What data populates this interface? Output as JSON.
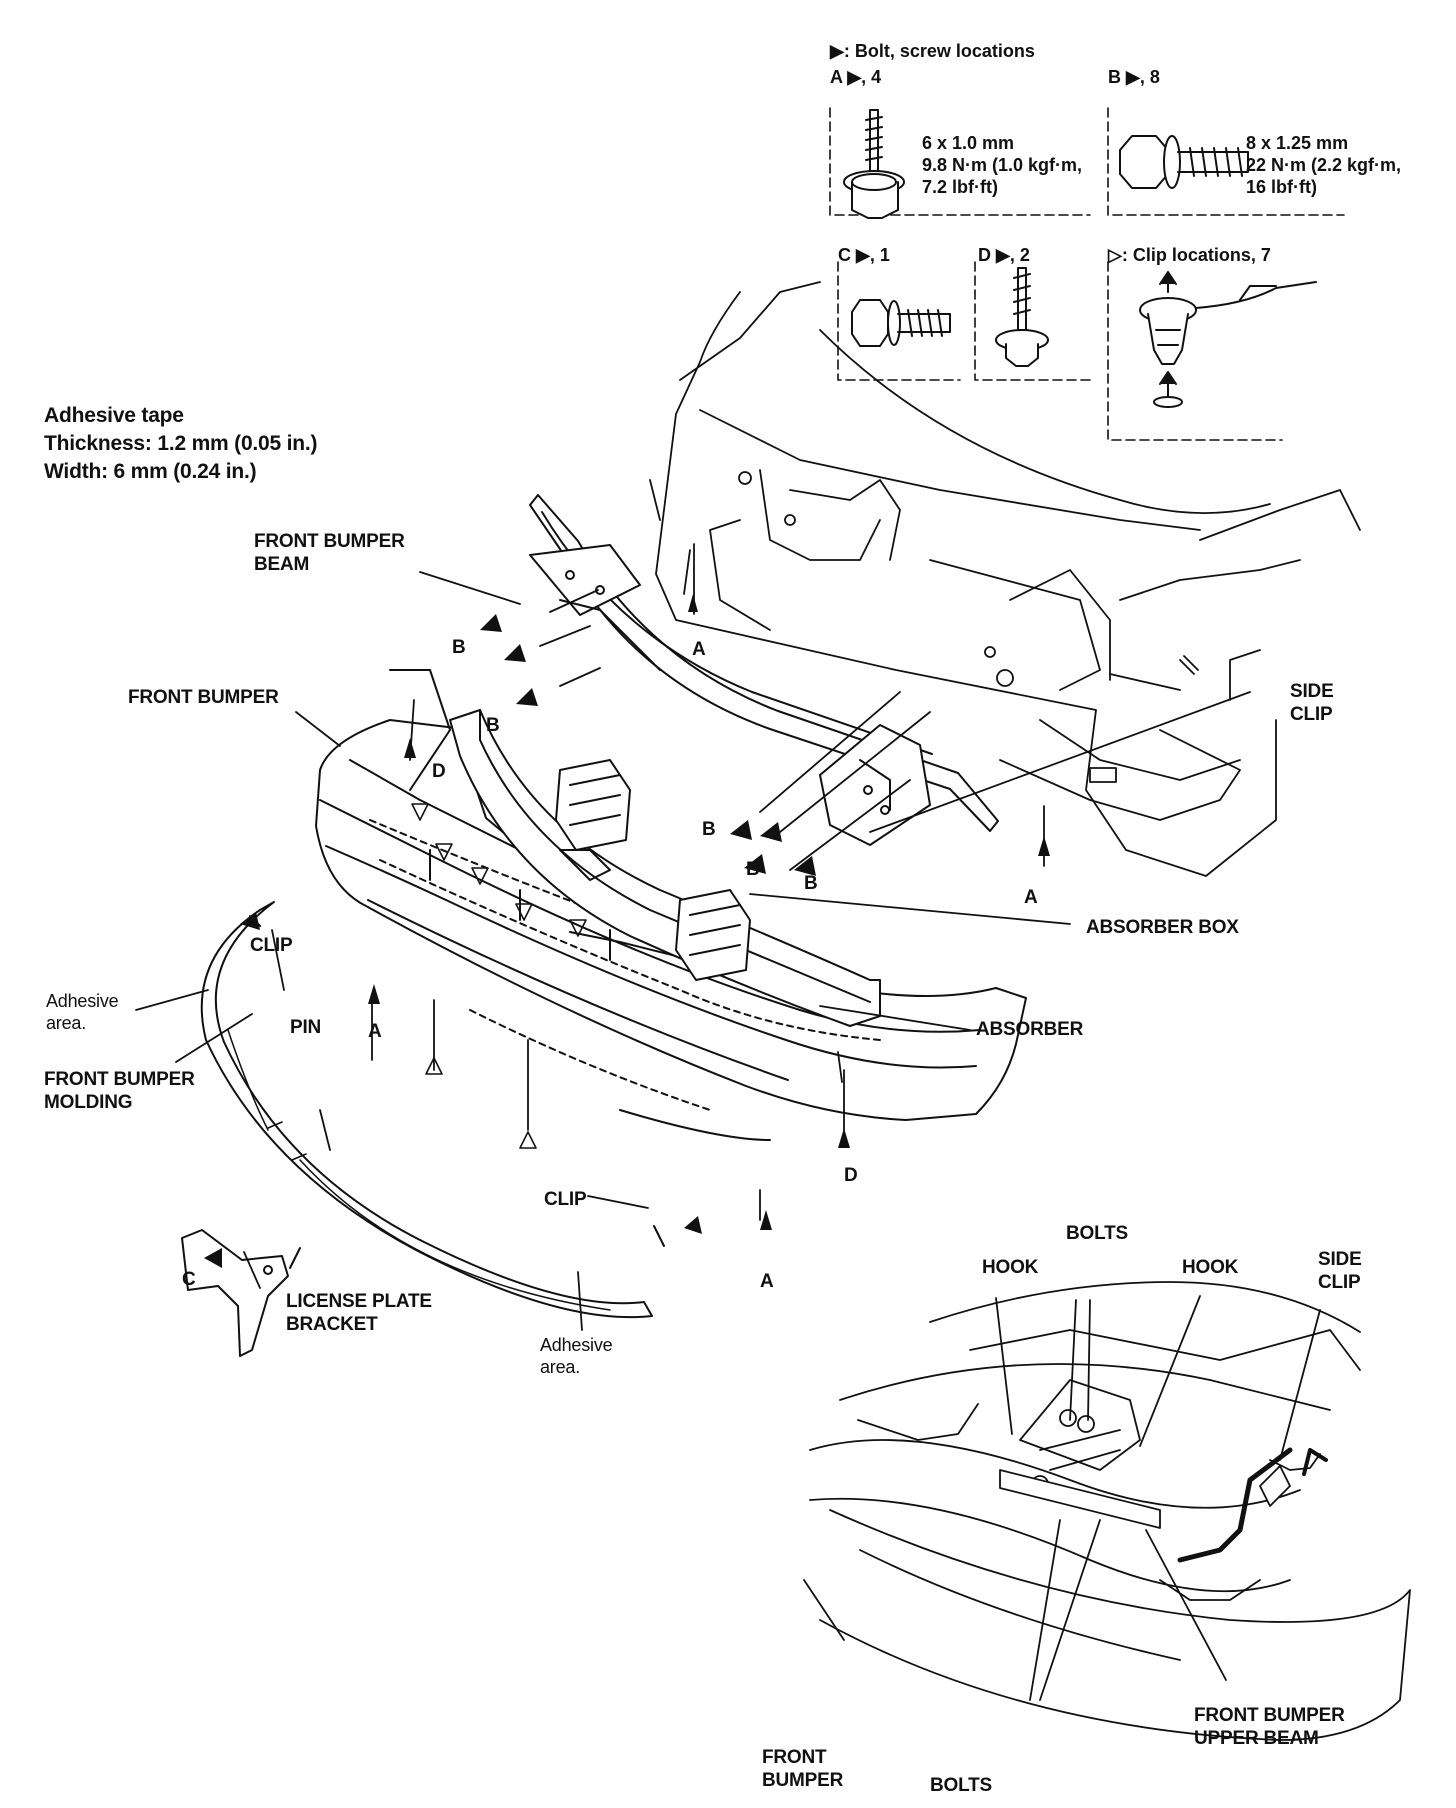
{
  "fastener_legend": {
    "header": "▶: Bolt, screw locations",
    "a_title": "A ▶, 4",
    "a_spec": [
      "6 x 1.0 mm",
      "9.8 N·m (1.0 kgf·m,",
      "7.2 lbf·ft)"
    ],
    "b_title": "B ▶, 8",
    "b_spec": [
      "8 x 1.25 mm",
      "22 N·m (2.2 kgf·m,",
      "16 lbf·ft)"
    ],
    "c_title": "C ▶, 1",
    "d_title": "D ▶, 2",
    "clip_title": "▷: Clip locations, 7"
  },
  "tape_note": [
    "Adhesive tape",
    "Thickness: 1.2 mm (0.05 in.)",
    "Width: 6 mm (0.24 in.)"
  ],
  "labels": {
    "front_bumper_beam": "FRONT BUMPER\nBEAM",
    "front_bumper": "FRONT BUMPER",
    "side_clip": "SIDE\nCLIP",
    "absorber_box": "ABSORBER BOX",
    "absorber": "ABSORBER",
    "clip_upper": "CLIP",
    "clip_lower": "CLIP",
    "adhesive_area_left": "Adhesive\narea.",
    "adhesive_area_bottom": "Adhesive\narea.",
    "pin": "PIN",
    "front_bumper_molding": "FRONT BUMPER\nMOLDING",
    "license_plate_bracket": "LICENSE PLATE\nBRACKET",
    "inset_hook_left": "HOOK",
    "inset_bolts_top": "BOLTS",
    "inset_hook_right": "HOOK",
    "inset_side_clip": "SIDE\nCLIP",
    "inset_front_bumper": "FRONT\nBUMPER",
    "inset_bolts_bottom": "BOLTS",
    "inset_upper_beam": "FRONT BUMPER\nUPPER BEAM"
  },
  "callouts": {
    "a1": "A",
    "a2": "A",
    "a3": "A",
    "a4": "A",
    "b1": "B",
    "b2": "B",
    "b3": "B",
    "b4": "B",
    "b5": "B",
    "c1": "C",
    "d1": "D",
    "d2": "D"
  }
}
